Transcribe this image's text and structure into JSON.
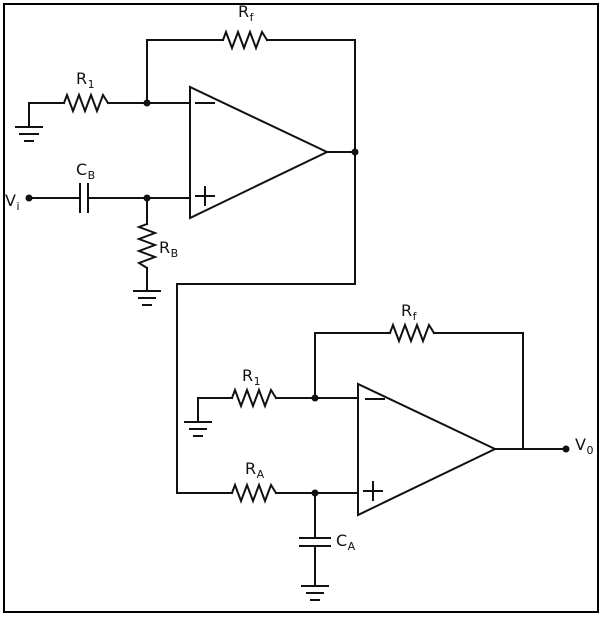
{
  "diagram": {
    "type": "circuit-schematic",
    "description": "Two-stage operational amplifier active filter circuit",
    "background_color": "#ffffff",
    "line_color": "#111111",
    "frame_color": "#000000"
  },
  "labels": {
    "rf_top": {
      "main": "R",
      "sub": "f"
    },
    "r1_top": {
      "main": "R",
      "sub": "1"
    },
    "cb": {
      "main": "C",
      "sub": "B"
    },
    "vi": {
      "main": "V",
      "sub": "i"
    },
    "rb": {
      "main": "R",
      "sub": "B"
    },
    "rf_bottom": {
      "main": "R",
      "sub": "f"
    },
    "r1_bottom": {
      "main": "R",
      "sub": "1"
    },
    "ra": {
      "main": "R",
      "sub": "A"
    },
    "ca": {
      "main": "C",
      "sub": "A"
    },
    "vo": {
      "main": "V",
      "sub": "0"
    }
  },
  "opamps": {
    "count": 2,
    "input_polarity_top": "inverting (−) upper, non-inverting (+) lower"
  }
}
